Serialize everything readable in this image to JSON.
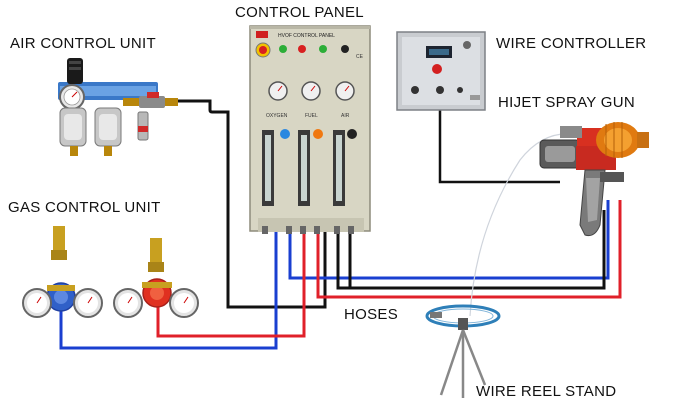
{
  "labels": {
    "control_panel": "CONTROL PANEL",
    "air_control_unit": "AIR CONTROL UNIT",
    "wire_controller": "WIRE CONTROLLER",
    "hijet_spray_gun": "HIJET SPRAY GUN",
    "gas_control_unit": "GAS CONTROL UNIT",
    "hoses": "HOSES",
    "wire_reel_stand": "WIRE REEL STAND"
  },
  "panel": {
    "brand": "HVOF CONTROL PANEL",
    "gauge_oxygen": "OXYGEN",
    "gauge_fuel": "FUEL",
    "gauge_air": "AIR"
  },
  "colors": {
    "hose_black": "#111111",
    "hose_blue": "#1a3fd0",
    "hose_red": "#e0202a",
    "panel_beige": "#d8d6c4",
    "controller_grey": "#c9ccd0",
    "gun_orange": "#e07a10"
  }
}
